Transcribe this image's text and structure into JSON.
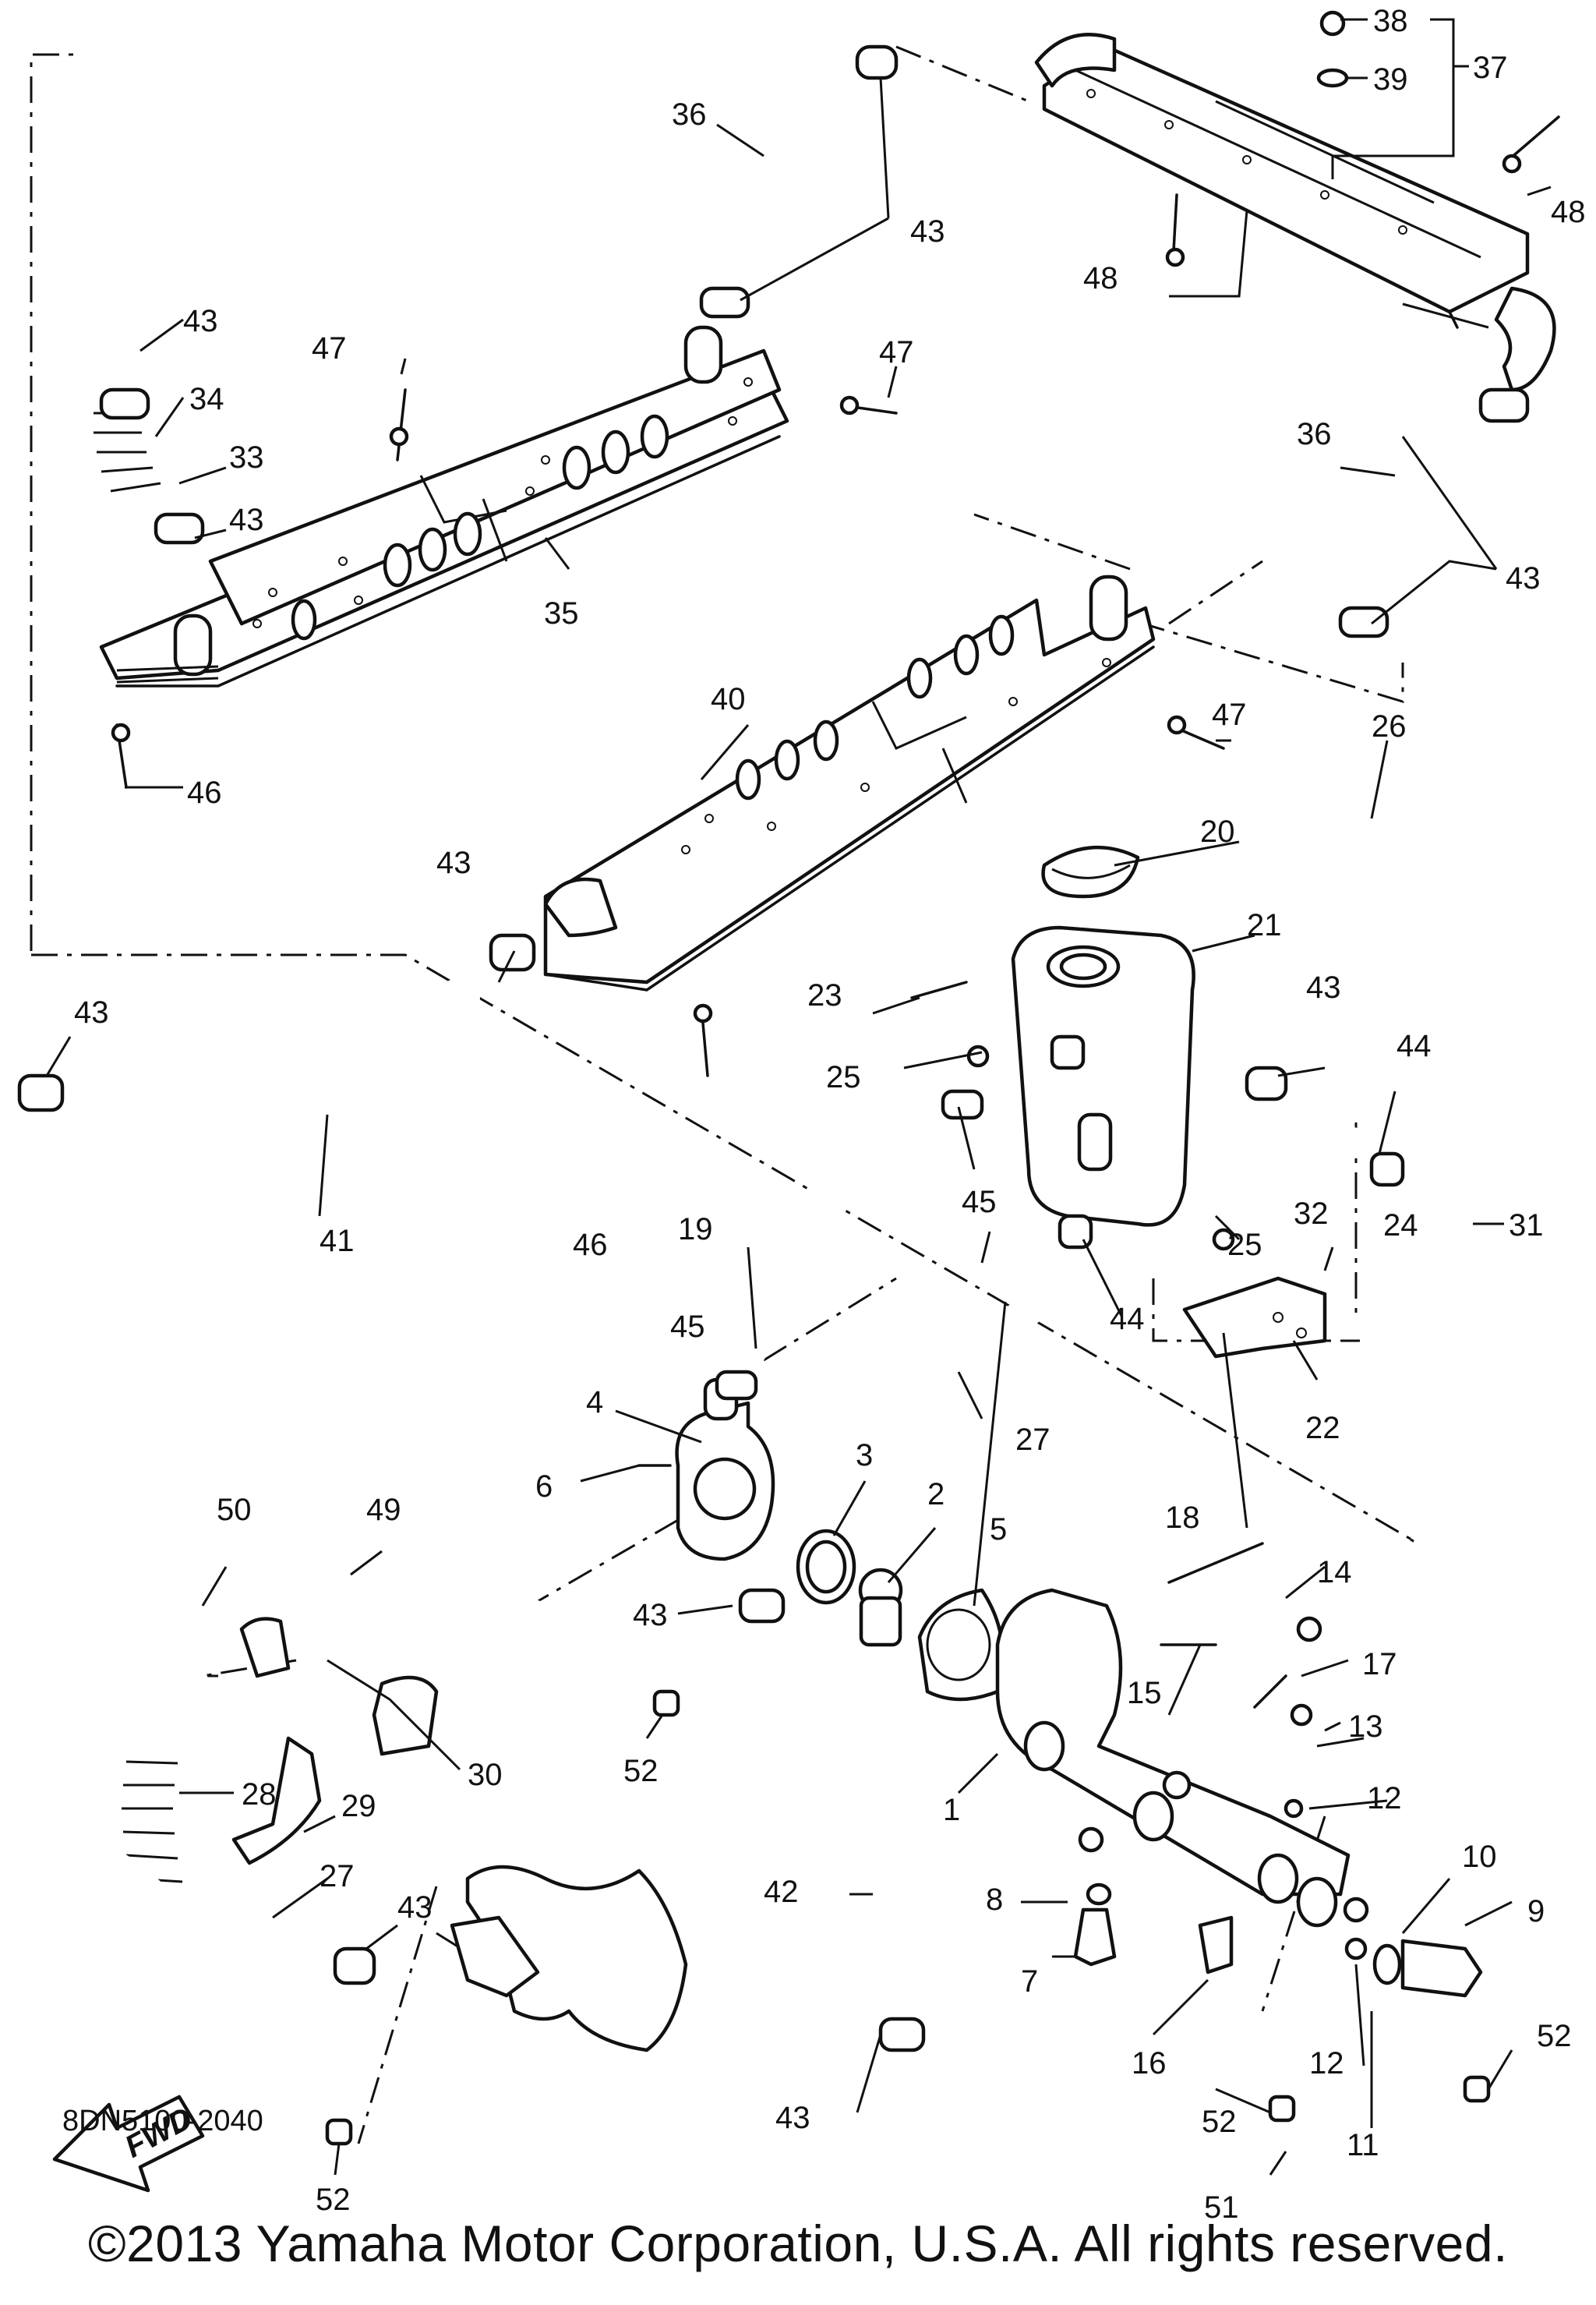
{
  "diagram": {
    "code": "8DN5100-2040",
    "copyright": "©2013 Yamaha Motor Corporation, U.S.A. All rights reserved.",
    "fwd_label": "FWD",
    "callouts": [
      {
        "id": "c38",
        "text": "38"
      },
      {
        "id": "c39",
        "text": "39"
      },
      {
        "id": "c37",
        "text": "37"
      },
      {
        "id": "c36a",
        "text": "36"
      },
      {
        "id": "c43a",
        "text": "43"
      },
      {
        "id": "c48a",
        "text": "48"
      },
      {
        "id": "c48b",
        "text": "48"
      },
      {
        "id": "c43b",
        "text": "43"
      },
      {
        "id": "c47a",
        "text": "47"
      },
      {
        "id": "c47b",
        "text": "47"
      },
      {
        "id": "c34",
        "text": "34"
      },
      {
        "id": "c33",
        "text": "33"
      },
      {
        "id": "c43c",
        "text": "43"
      },
      {
        "id": "c35",
        "text": "35"
      },
      {
        "id": "c36b",
        "text": "36"
      },
      {
        "id": "c43d",
        "text": "43"
      },
      {
        "id": "c46a",
        "text": "46"
      },
      {
        "id": "c40",
        "text": "40"
      },
      {
        "id": "c47c",
        "text": "47"
      },
      {
        "id": "c26",
        "text": "26"
      },
      {
        "id": "c20",
        "text": "20"
      },
      {
        "id": "c43e",
        "text": "43"
      },
      {
        "id": "c21",
        "text": "21"
      },
      {
        "id": "c43f",
        "text": "43"
      },
      {
        "id": "c23",
        "text": "23"
      },
      {
        "id": "c43g",
        "text": "43"
      },
      {
        "id": "c44a",
        "text": "44"
      },
      {
        "id": "c25a",
        "text": "25"
      },
      {
        "id": "c41",
        "text": "41"
      },
      {
        "id": "c46b",
        "text": "46"
      },
      {
        "id": "c45a",
        "text": "45"
      },
      {
        "id": "c32",
        "text": "32"
      },
      {
        "id": "c31",
        "text": "31"
      },
      {
        "id": "c25b",
        "text": "25"
      },
      {
        "id": "c19",
        "text": "19"
      },
      {
        "id": "c24",
        "text": "24"
      },
      {
        "id": "c44b",
        "text": "44"
      },
      {
        "id": "c45b",
        "text": "45"
      },
      {
        "id": "c22",
        "text": "22"
      },
      {
        "id": "c27a",
        "text": "27"
      },
      {
        "id": "c4",
        "text": "4"
      },
      {
        "id": "c3",
        "text": "3"
      },
      {
        "id": "c2",
        "text": "2"
      },
      {
        "id": "c6",
        "text": "6"
      },
      {
        "id": "c5",
        "text": "5"
      },
      {
        "id": "c18",
        "text": "18"
      },
      {
        "id": "c50",
        "text": "50"
      },
      {
        "id": "c49",
        "text": "49"
      },
      {
        "id": "c14",
        "text": "14"
      },
      {
        "id": "c43h",
        "text": "43"
      },
      {
        "id": "c17",
        "text": "17"
      },
      {
        "id": "c15",
        "text": "15"
      },
      {
        "id": "c13",
        "text": "13"
      },
      {
        "id": "c52a",
        "text": "52"
      },
      {
        "id": "c30",
        "text": "30"
      },
      {
        "id": "c1",
        "text": "1"
      },
      {
        "id": "c12a",
        "text": "12"
      },
      {
        "id": "c28",
        "text": "28"
      },
      {
        "id": "c29",
        "text": "29"
      },
      {
        "id": "c10",
        "text": "10"
      },
      {
        "id": "c9",
        "text": "9"
      },
      {
        "id": "c42",
        "text": "42"
      },
      {
        "id": "c8",
        "text": "8"
      },
      {
        "id": "c27b",
        "text": "27"
      },
      {
        "id": "c43i",
        "text": "43"
      },
      {
        "id": "c7",
        "text": "7"
      },
      {
        "id": "c16",
        "text": "16"
      },
      {
        "id": "c12b",
        "text": "12"
      },
      {
        "id": "c52b",
        "text": "52"
      },
      {
        "id": "c11",
        "text": "11"
      },
      {
        "id": "c43j",
        "text": "43"
      },
      {
        "id": "c52c",
        "text": "52"
      },
      {
        "id": "c51",
        "text": "51"
      },
      {
        "id": "c52d",
        "text": "52"
      }
    ]
  }
}
